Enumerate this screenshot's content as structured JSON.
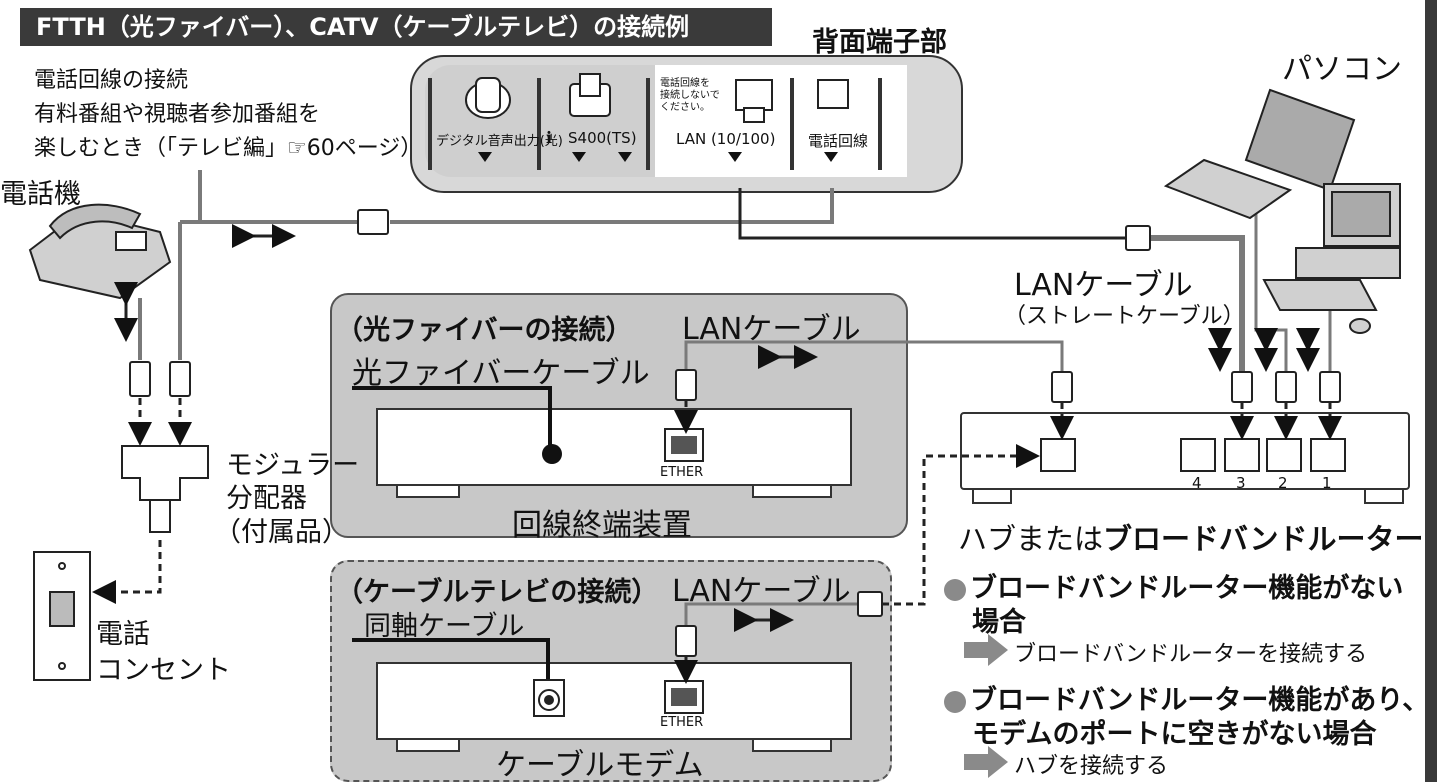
{
  "title": "FTTH（光ファイバー）、CATV（ケーブルテレビ）の接続例",
  "rear_panel": {
    "label": "背面端子部",
    "port_digital_audio": "デジタル音声出力(光)",
    "port_s400": "S400(TS)",
    "lan_note": "電話回線を\n接続しないで\nください。",
    "port_lan": "LAN (10/100)",
    "port_phone": "電話回線"
  },
  "phone_notes": {
    "line1": "電話回線の接続",
    "line2": "有料番組や視聴者参加番組を",
    "line3": "楽しむとき（「テレビ編」☞60ページ）"
  },
  "telephone_label": "電話機",
  "splitter_label": {
    "line1": "モジュラー",
    "line2": "分配器",
    "line3": "（付属品）"
  },
  "outlet_label": {
    "line1": "電話",
    "line2": "コンセント"
  },
  "pc_label": "パソコン",
  "lan_cable_main": {
    "label": "LANケーブル",
    "sub": "（ストレートケーブル）"
  },
  "fiber_section": {
    "heading": "（光ファイバーの接続）",
    "lan_cable": "LANケーブル",
    "fiber_cable": "光ファイバーケーブル",
    "ether": "ETHER",
    "device": "回線終端装置"
  },
  "cable_section": {
    "heading": "（ケーブルテレビの接続）",
    "lan_cable": "LANケーブル",
    "coax_cable": "同軸ケーブル",
    "ether": "ETHER",
    "device": "ケーブルモデム"
  },
  "hub": {
    "port_labels": [
      "4",
      "3",
      "2",
      "1"
    ],
    "caption_part1": "ハブまたは",
    "caption_part2": "ブロードバンドルーター"
  },
  "notes": {
    "case1_title_line1": "ブロードバンドルーター機能がない",
    "case1_title_line2": "場合",
    "case1_action": "ブロードバンドルーターを接続する",
    "case2_title_line1": "ブロードバンドルーター機能があり、",
    "case2_title_line2": "モデムのポートに空きがない場合",
    "case2_action": "ハブを接続する"
  },
  "colors": {
    "dark": "#3a3a3a",
    "panel": "#c8c8c8",
    "bullet": "#8a8a8a",
    "cable": "#7a7a7a"
  }
}
